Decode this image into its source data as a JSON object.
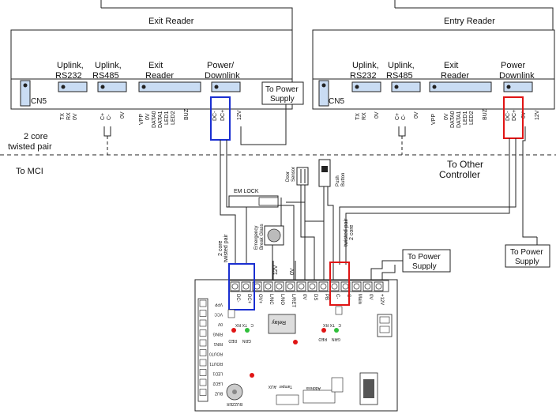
{
  "exit_reader": {
    "title": "Exit Reader",
    "cn5": "CN5",
    "uplink_rs232": [
      "Uplink,",
      "RS232"
    ],
    "uplink_rs485": [
      "Uplink,",
      "RS485"
    ],
    "exit_reader_label": [
      "Exit",
      "Reader"
    ],
    "power_downlink": [
      "Power/",
      "Downlink"
    ],
    "pins_232": [
      "TX",
      "RX",
      "0V"
    ],
    "pins_485": [
      "C+",
      "C-",
      "0V"
    ],
    "pins_reader": [
      "VPP",
      "0V",
      "DATA0",
      "DATA1",
      "LED1",
      "LED2",
      "BUZ"
    ],
    "pins_power": [
      "DC-",
      "DC+",
      "12V"
    ]
  },
  "entry_reader": {
    "title": "Entry Reader",
    "cn5": "CN5",
    "uplink_rs232": [
      "Uplink,",
      "RS232"
    ],
    "uplink_rs485": [
      "Uplink,",
      "RS485"
    ],
    "exit_reader_label": [
      "Exit",
      "Reader"
    ],
    "power_downlink": [
      "Power",
      "Downlink"
    ],
    "pins_232": [
      "TX",
      "RX",
      "0V"
    ],
    "pins_485": [
      "C+",
      "C-",
      "0V"
    ],
    "pins_reader": [
      "VPP",
      "0V",
      "DATA0",
      "DATA1",
      "LED1",
      "LED2",
      "BUZ"
    ],
    "pins_power": [
      "DC-",
      "DC+",
      "0V",
      "12V"
    ]
  },
  "labels": {
    "to_power_supply_1": [
      "To Power",
      "Supply"
    ],
    "to_power_supply_2": [
      "To Power",
      "Supply"
    ],
    "to_power_supply_3": [
      "To Power",
      "Supply"
    ],
    "two_core_twisted": [
      "2 core",
      "twisted pair"
    ],
    "to_mci": "To MCI",
    "to_other_controller": [
      "To Other",
      "Controller"
    ],
    "door_sensor": [
      "Door",
      "Sensor"
    ],
    "push_button": [
      "Push",
      "Button"
    ],
    "em_lock": "EM LOCK",
    "emergency_break_glass": [
      "Emergency",
      "Break Glass"
    ],
    "vertical_2core_left": [
      "2 core",
      "twisted pair"
    ],
    "vertical_2core_right": [
      "2 core",
      "twisted pair"
    ],
    "v12": "12V",
    "v0": "0V"
  },
  "controller": {
    "top_terminals": [
      "DC-",
      "DC+",
      "OV+",
      "L/NC",
      "L/NO",
      "L/RET",
      "0V",
      "DS",
      "PB",
      "C-",
      "C+",
      "Main",
      "0V",
      "+12V"
    ],
    "left_pins": [
      "VPP",
      "VCC",
      "0V",
      "RING",
      "RIN1",
      "ROUT0",
      "ROUT1",
      "LED1",
      "LED2",
      "BUZ"
    ],
    "relay": "Relay",
    "led_red": "RED",
    "led_grn": "GRN",
    "tx_rx": [
      "C",
      "TX",
      "RX"
    ],
    "buzzer": "BUZZER",
    "address": "Address",
    "auxin": "AUX",
    "tamper": "Tamper"
  }
}
